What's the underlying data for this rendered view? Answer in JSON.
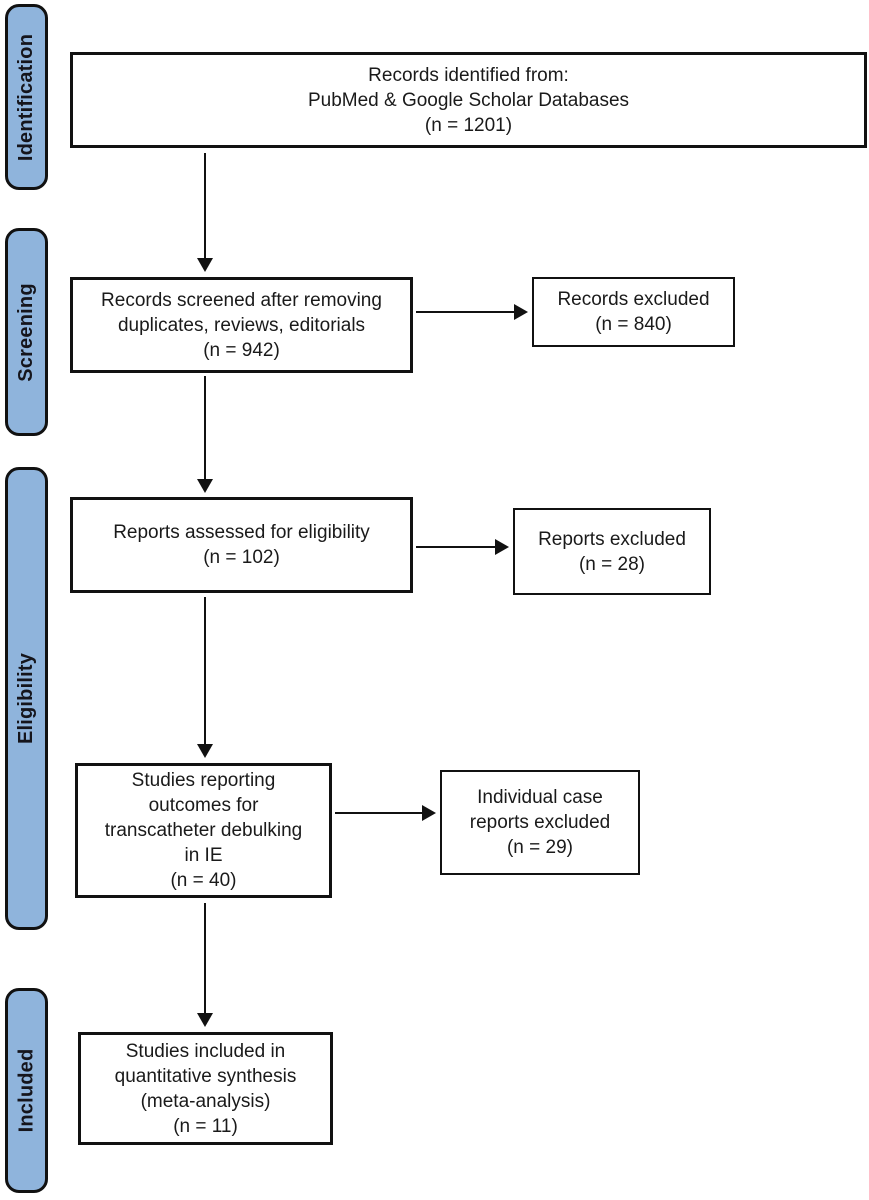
{
  "palette": {
    "stage_fill": "#8fb4dc",
    "line_color": "#111111",
    "text_color": "#1a1a1a",
    "background": "#ffffff"
  },
  "stages": [
    {
      "label": "Identification"
    },
    {
      "label": "Screening"
    },
    {
      "label": "Eligibility"
    },
    {
      "label": "Included"
    }
  ],
  "boxes": {
    "identified": {
      "lines": [
        "Records identified from:",
        "PubMed & Google Scholar Databases",
        "(n = 1201)"
      ]
    },
    "screened": {
      "lines": [
        "Records screened after removing",
        "duplicates, reviews, editorials",
        "(n = 942)"
      ]
    },
    "records_excluded": {
      "lines": [
        "Records excluded",
        "(n = 840)"
      ]
    },
    "assessed": {
      "lines": [
        "Reports assessed for eligibility",
        "(n = 102)"
      ]
    },
    "reports_excluded": {
      "lines": [
        "Reports excluded",
        "(n = 28)"
      ]
    },
    "studies_outcomes": {
      "lines": [
        "Studies reporting",
        "outcomes for",
        "transcatheter debulking",
        "in IE",
        "(n = 40)"
      ]
    },
    "case_reports_excluded": {
      "lines": [
        "Individual case",
        "reports excluded",
        "(n = 29)"
      ]
    },
    "included_synthesis": {
      "lines": [
        "Studies included in",
        "quantitative synthesis",
        "(meta-analysis)",
        "(n = 11)"
      ]
    }
  }
}
